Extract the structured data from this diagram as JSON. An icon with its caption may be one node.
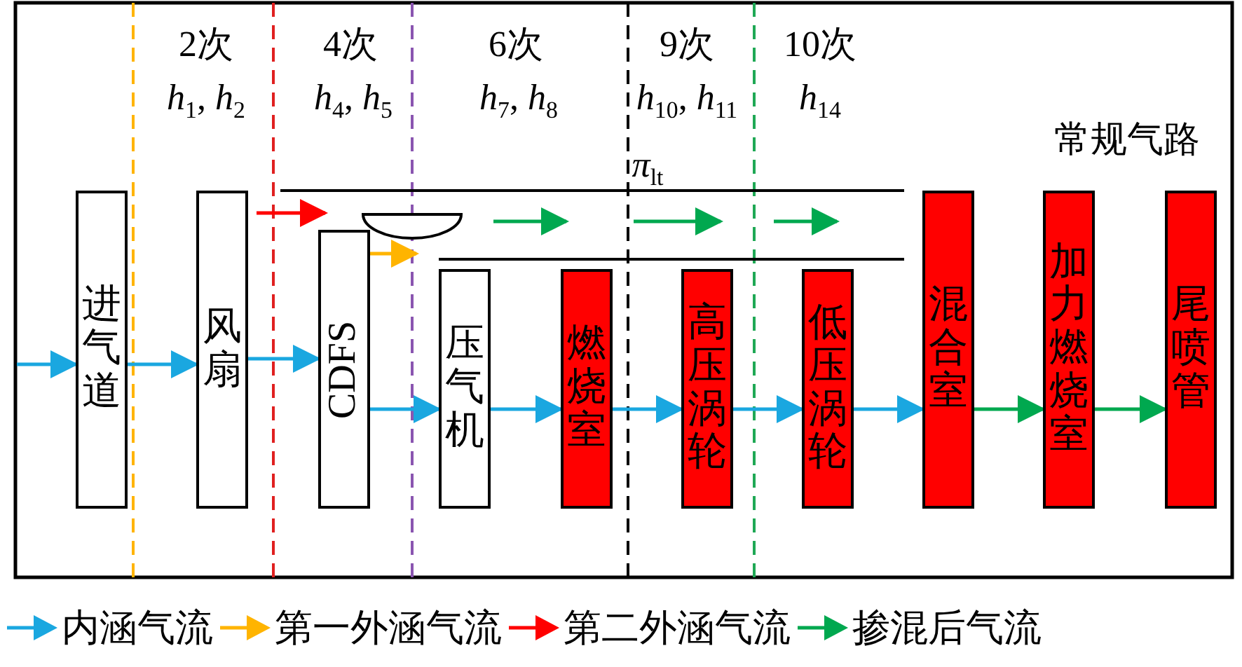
{
  "diagram": {
    "nodes": [
      {
        "text": [
          "进气道"
        ]
      },
      {
        "text": [
          "风扇"
        ]
      },
      {
        "text": [
          "CDFS"
        ]
      },
      {
        "text": [
          "压气机"
        ]
      },
      {
        "text": [
          "燃烧室"
        ]
      },
      {
        "text": [
          "高压涡轮"
        ]
      },
      {
        "text": [
          "低压涡轮"
        ]
      },
      {
        "text": [
          "混合室"
        ]
      },
      {
        "text": [
          "加力燃烧室"
        ]
      },
      {
        "text": [
          "尾喷管"
        ]
      }
    ],
    "edges": [
      {
        "from": null,
        "to": 0,
        "arrow": "to"
      },
      {
        "from": 0,
        "to": 1,
        "arrow": "to"
      },
      {
        "from": 1,
        "to": 2,
        "arrow": "to"
      },
      {
        "from": 2,
        "to": 3,
        "arrow": "to"
      },
      {
        "from": 3,
        "to": 4,
        "arrow": "to"
      },
      {
        "from": 4,
        "to": 5,
        "arrow": "to"
      },
      {
        "from": 5,
        "to": 6,
        "arrow": "to"
      },
      {
        "from": 6,
        "to": 7,
        "arrow": "to"
      },
      {
        "from": 7,
        "to": 8,
        "arrow": "to",
        "color": "#00a84f"
      },
      {
        "from": 8,
        "to": 9,
        "arrow": "to",
        "color": "#00a84f"
      },
      {
        "from": 1,
        "to": 2,
        "arrow": "to",
        "color": "#ff0000"
      },
      {
        "from": 2,
        "to": 3,
        "arrow": "to",
        "color": "#ffb400"
      }
    ],
    "labels": [
      "2次",
      "*h*$_{1}$, *h*$_{2}$",
      "4次",
      "*h*$_{4}$, *h*$_{5}$",
      "6次",
      "*h*$_{7}$, *h*$_{8}$",
      "9次",
      "*h*$_{10}$, *h*$_{11}$",
      "10次",
      "*h*$_{14}$",
      "*π*$_{lt}$",
      "常规气路"
    ],
    "legend": [
      {
        "text": "内涵气流"
      },
      {
        "text": "第一外涵气流"
      },
      {
        "text": "第二外涵气流"
      },
      {
        "text": "掺混后气流"
      }
    ]
  }
}
